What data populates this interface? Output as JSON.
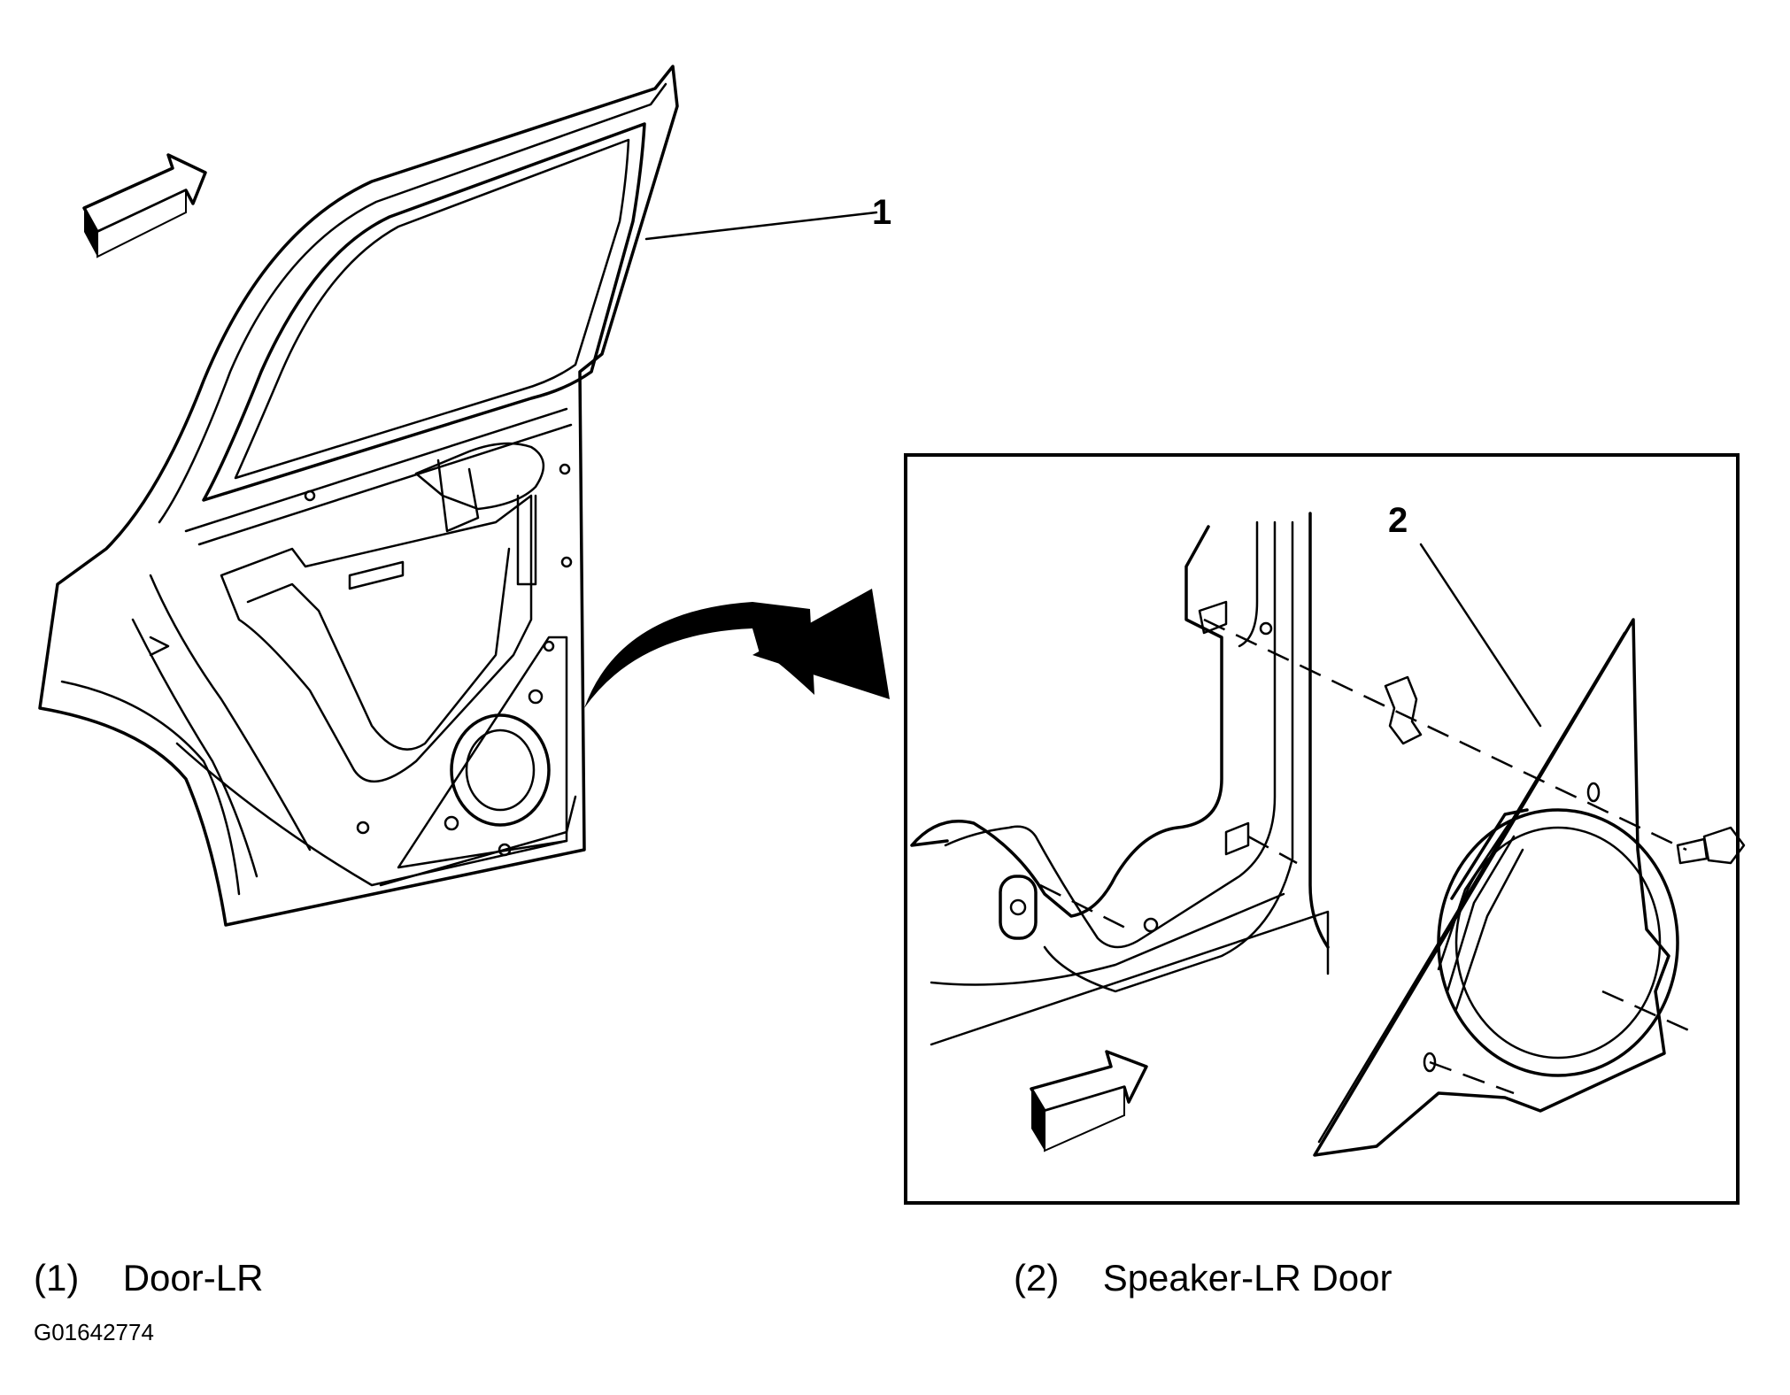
{
  "callouts": {
    "door": "1",
    "speaker": "2"
  },
  "legend": [
    {
      "num": "(1)",
      "text": "Door-LR"
    },
    {
      "num": "(2)",
      "text": "Speaker-LR Door"
    }
  ],
  "figure_id": "G01642774",
  "icons": {
    "direction_arrow_main": "forward-arrow-icon",
    "direction_arrow_detail": "forward-arrow-icon",
    "transfer_arrow": "curved-arrow-icon"
  },
  "colors": {
    "line": "#000000",
    "background": "#ffffff"
  }
}
